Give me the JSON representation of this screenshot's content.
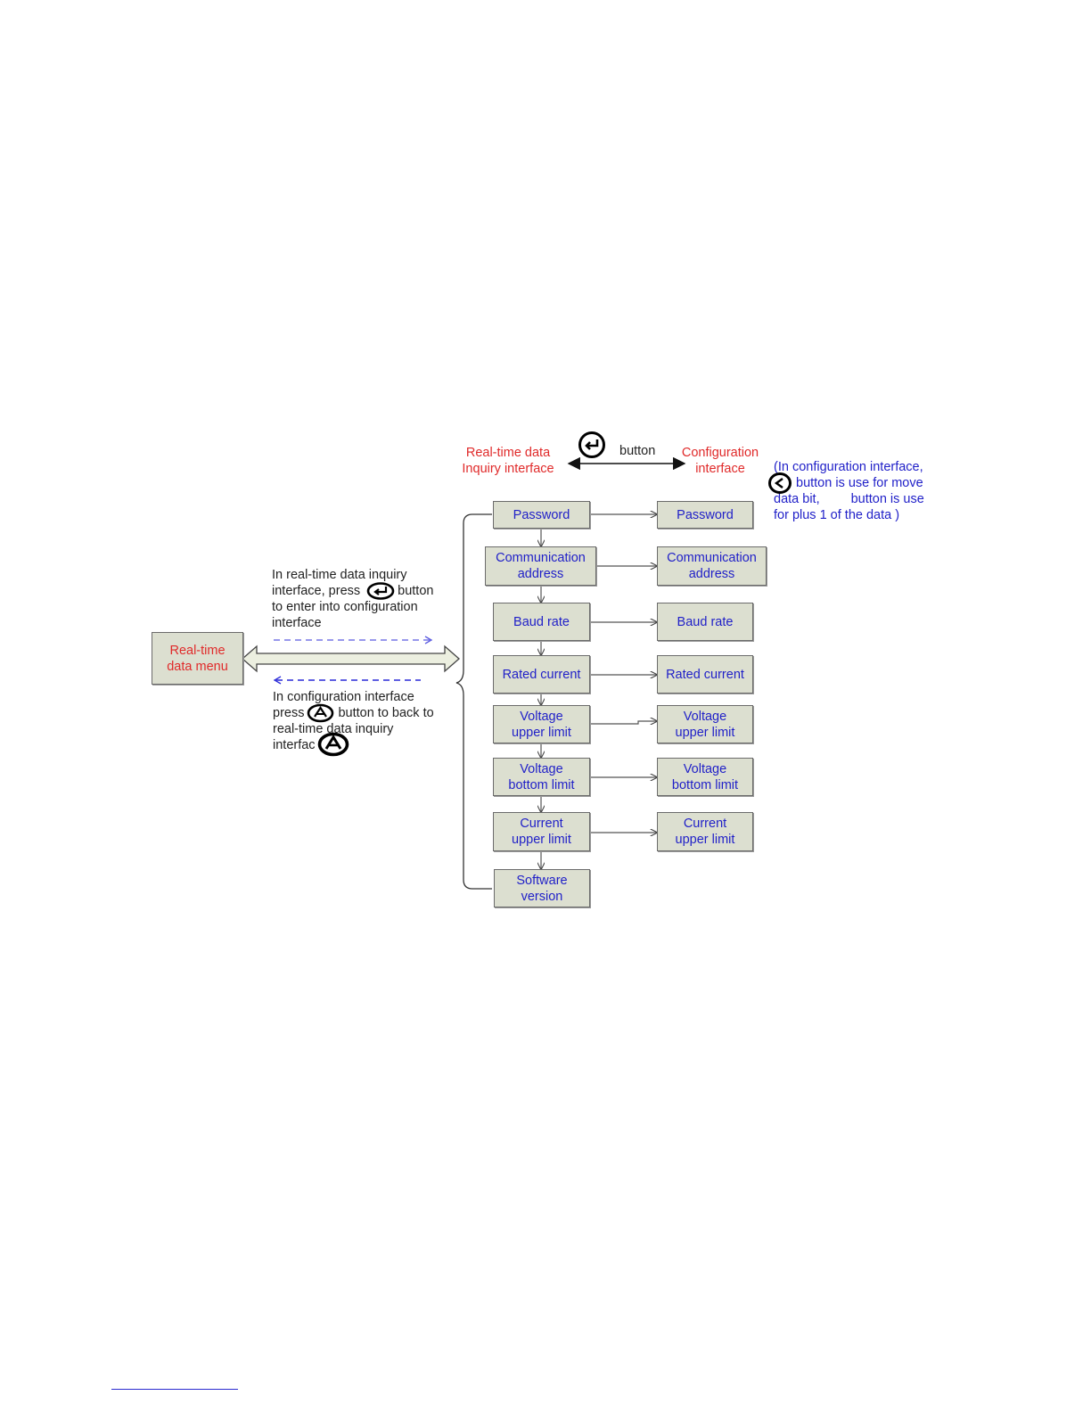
{
  "diagram": {
    "left_box": "Real-time\ndata menu",
    "header": {
      "left_label": "Real-time data\nInquiry interface",
      "button_word": "button",
      "right_label": "Configuration\ninterface"
    },
    "config_note": {
      "line1": "(In configuration interface,",
      "line2": "button is use for move",
      "line3a": "data bit,",
      "line3b": "button is use",
      "line4": "for plus 1 of the data )"
    },
    "enter_text": {
      "line1": "In real-time data inquiry",
      "line2a": "interface, press",
      "line2b": "button",
      "line3": "to enter into configuration",
      "line4": "interface"
    },
    "back_text": {
      "line1": "In configuration interface",
      "line2a": "press",
      "line2b": "button to back to",
      "line3": "real-time data inquiry",
      "line4": "interfac"
    },
    "menu_left": [
      "Password",
      "Communication\naddress",
      "Baud rate",
      "Rated current",
      "Voltage\nupper limit",
      "Voltage\nbottom limit",
      "Current\nupper limit",
      "Software\nversion"
    ],
    "menu_right": [
      "Password",
      "Communication\naddress",
      "Baud rate",
      "Rated current",
      "Voltage\nupper limit",
      "Voltage\nbottom limit",
      "Current\nupper limit"
    ],
    "colors": {
      "box_fill": "#dcdfd0",
      "blue_text": "#1f1fc8",
      "red_text": "#e02a2a",
      "dash_blue": "#5a5ae0"
    },
    "icons": [
      "enter-button-icon",
      "left-button-icon",
      "up-button-icon"
    ]
  }
}
